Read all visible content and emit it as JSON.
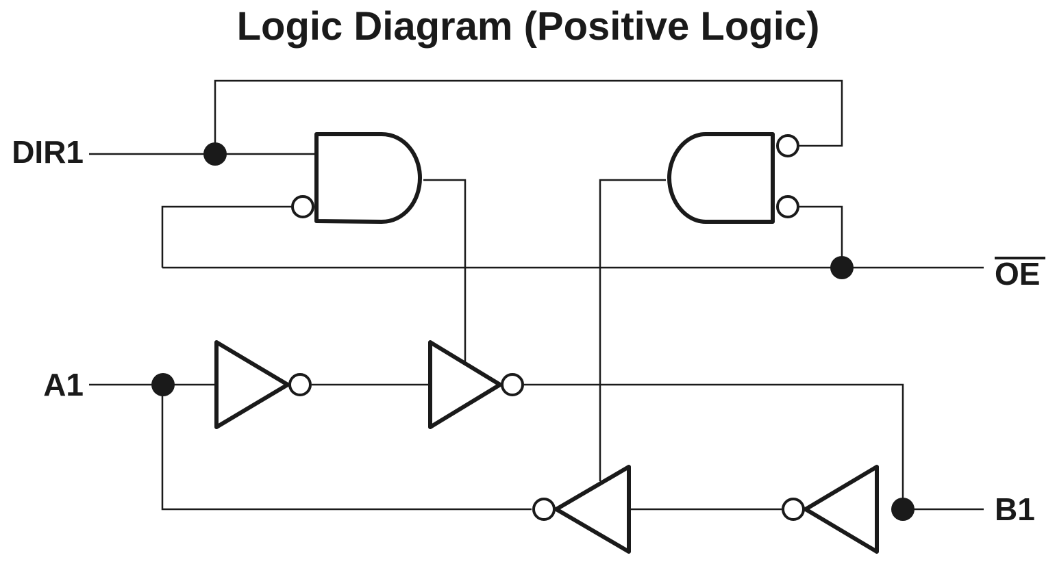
{
  "diagram": {
    "title": "Logic Diagram (Positive Logic)",
    "pins": {
      "dir1": "DIR1",
      "a1": "A1",
      "oe": "OE",
      "b1": "B1"
    },
    "colors": {
      "ink": "#1a1a1a",
      "background": "#ffffff"
    }
  }
}
